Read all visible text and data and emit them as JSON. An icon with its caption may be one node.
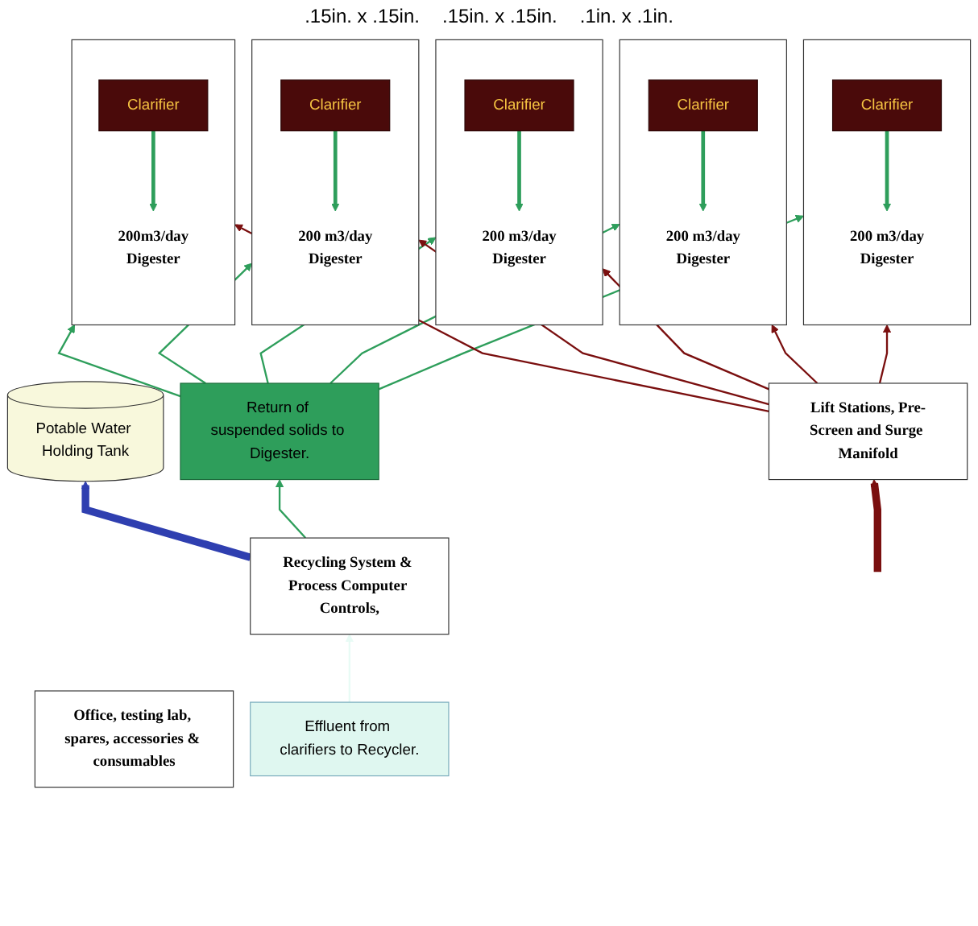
{
  "diagram": {
    "nodes": [
      {
        "text": [
          "Office, testing lab, spares, accessories & consumables"
        ]
      },
      {
        "text": [
          "Effluent from clarifiers to Recycler."
        ]
      },
      {
        "text": [
          "200m3/day",
          "Digester"
        ]
      },
      {
        "text": [
          "Clarifier"
        ],
        "in": 2
      },
      {
        "text": [
          "200 m3/day",
          "Digester"
        ]
      },
      {
        "text": [
          "Clarifier"
        ],
        "in": 4
      },
      {
        "text": [
          "200 m3/day",
          "Digester"
        ]
      },
      {
        "text": [
          "Clarifier"
        ],
        "in": 6
      },
      {
        "text": [
          "200 m3/day",
          "Digester"
        ]
      },
      {
        "text": [
          "Clarifier"
        ],
        "in": 8
      },
      {
        "text": [
          "200 m3/day",
          "Digester"
        ]
      },
      {
        "text": [
          "Clarifier"
        ],
        "in": 10
      },
      {
        "text": [
          "Recycling System & Process Computer Controls,"
        ]
      },
      {
        "text": [
          "Potable Water Holding Tank"
        ]
      },
      {
        "text": [
          "Return of suspended solids to Digester."
        ]
      },
      {
        "text": [
          "Lift Stations, Pre-Screen and Surge Manifold"
        ]
      }
    ],
    "edges": [
      {
        "from": 1,
        "to": 12,
        "arrow": "to",
        "color": "#e8fbf5"
      },
      {
        "from": 12,
        "to": 13,
        "arrow": "to",
        "style": "thick",
        "color": "#2f3fb0"
      },
      {
        "from": 12,
        "to": 14,
        "arrow": "to"
      },
      {
        "from": 14,
        "to": 2,
        "arrow": "to"
      },
      {
        "from": 14,
        "to": 4,
        "arrow": "to"
      },
      {
        "from": 14,
        "to": 6,
        "arrow": "to"
      },
      {
        "from": 14,
        "to": 8,
        "arrow": "to"
      },
      {
        "from": 14,
        "to": 10,
        "arrow": "to"
      },
      {
        "from": 15,
        "to": 2,
        "arrow": "to",
        "color": "#7a0f0f"
      },
      {
        "from": 15,
        "to": 4,
        "arrow": "to",
        "color": "#7a0f0f"
      },
      {
        "from": 15,
        "to": 6,
        "arrow": "to",
        "color": "#7a0f0f"
      },
      {
        "from": 15,
        "to": 8,
        "arrow": "to",
        "color": "#7a0f0f"
      },
      {
        "from": 15,
        "to": 10,
        "arrow": "to",
        "color": "#7a0f0f"
      },
      {
        "from": null,
        "to": 15,
        "arrow": "to",
        "style": "thick",
        "color": "#7a0f0f"
      }
    ],
    "labels": [
      ".15in. x .15in.",
      ".15in. x .15in.",
      ".1in. x .1in."
    ]
  }
}
